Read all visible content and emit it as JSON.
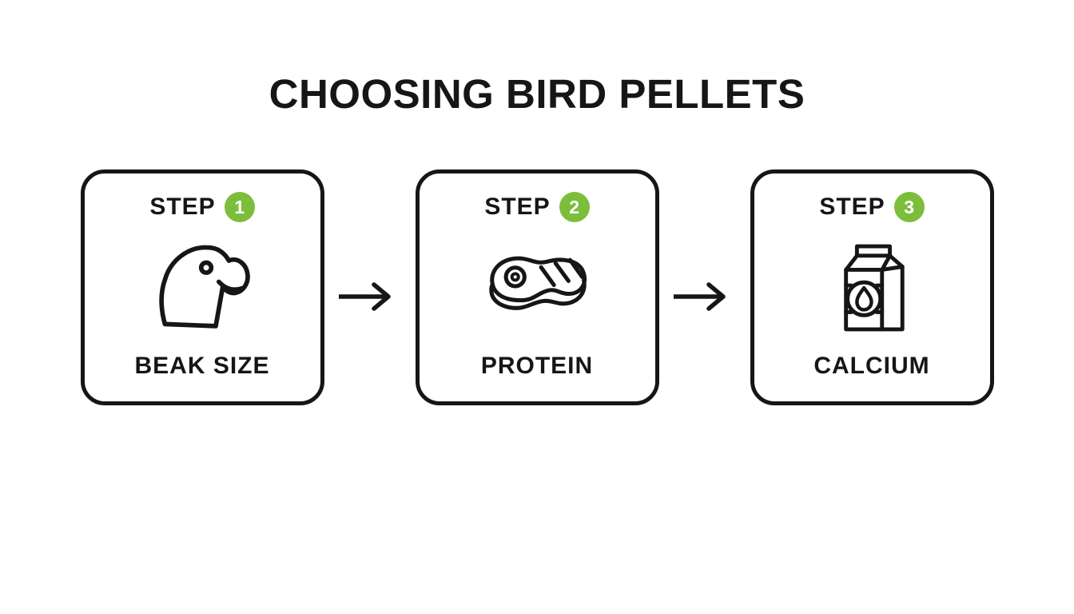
{
  "infographic": {
    "title": "CHOOSING BIRD PELLETS",
    "background": "#ffffff",
    "colors": {
      "line": "#161616",
      "accent_green": "#7cbe3b",
      "badge_number_color": "#ffffff"
    },
    "steps": [
      {
        "step_label": "STEP",
        "number": "1",
        "icon": "parrot-head-icon",
        "topic": "BEAK SIZE"
      },
      {
        "step_label": "STEP",
        "number": "2",
        "icon": "steak-icon",
        "topic": "PROTEIN"
      },
      {
        "step_label": "STEP",
        "number": "3",
        "icon": "milk-carton-icon",
        "topic": "CALCIUM"
      }
    ],
    "connectors": [
      {
        "icon": "right-arrow-icon"
      },
      {
        "icon": "right-arrow-icon"
      }
    ]
  }
}
